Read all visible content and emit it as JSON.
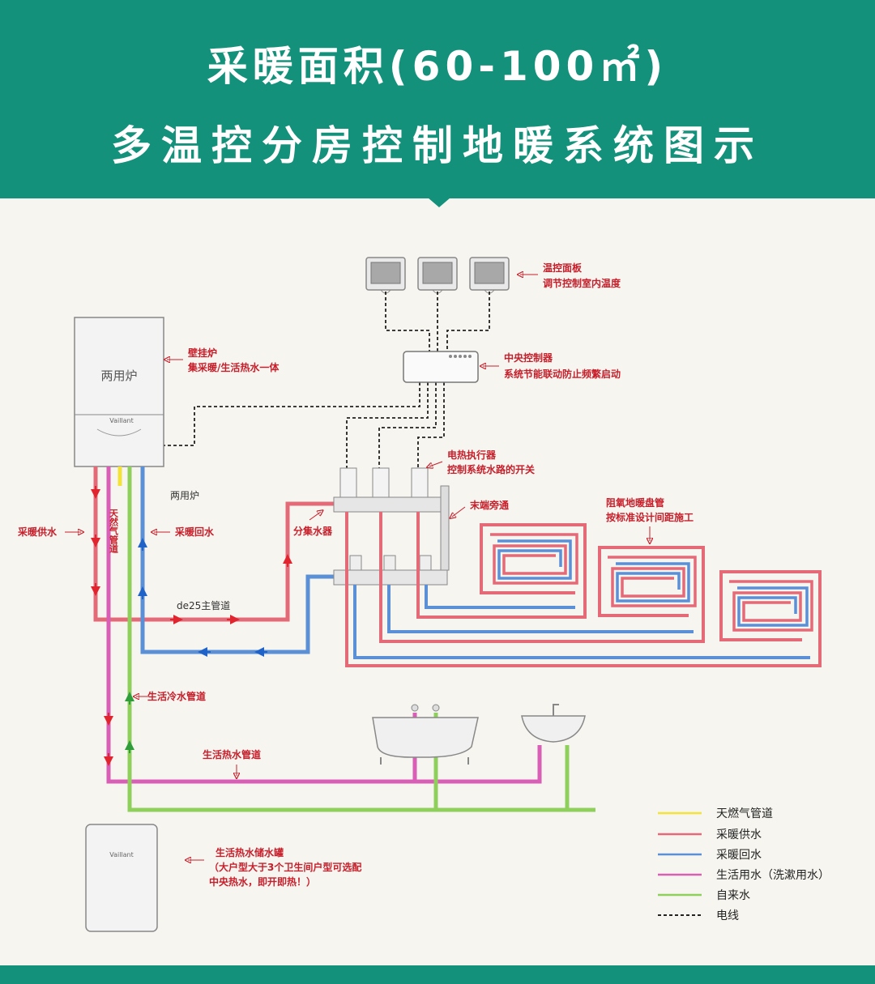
{
  "header": {
    "title_line1": "采暖面积(60-100㎡)",
    "title_line2": "多温控分房控制地暖系统图示",
    "bg_color": "#13917b"
  },
  "components": {
    "boiler_label": "两用炉",
    "boiler_brand": "Vaillant",
    "boiler_sub_label": "两用炉",
    "tank_brand": "Vaillant"
  },
  "callouts": {
    "thermostat_title": "温控面板",
    "thermostat_desc": "调节控制室内温度",
    "boiler_title": "壁挂炉",
    "boiler_desc": "集采暖/生活热水一体",
    "controller_title": "中央控制器",
    "controller_desc": "系统节能联动防止频繁启动",
    "actuator_title": "电热执行器",
    "actuator_desc": "控制系统水路的开关",
    "bypass": "末端旁通",
    "coil_title": "阻氧地暖盘管",
    "coil_desc": "按标准设计间距施工",
    "manifold": "分集水器",
    "heating_supply": "采暖供水",
    "heating_return": "采暖回水",
    "gas_pipe": "天然气管道",
    "main_pipe": "de25主管道",
    "cold_water": "生活冷水管道",
    "hot_water": "生活热水管道",
    "tank_title": "生活热水储水罐",
    "tank_desc1": "（大户型大于3个卫生间户型可选配",
    "tank_desc2": "中央热水，即开即热！）"
  },
  "legend": [
    {
      "label": "天燃气管道",
      "color": "#f2e23a",
      "dashed": false
    },
    {
      "label": "采暖供水",
      "color": "#e46a78",
      "dashed": false
    },
    {
      "label": "采暖回水",
      "color": "#5b8fd6",
      "dashed": false
    },
    {
      "label": "生活用水（洗漱用水）",
      "color": "#d85fb5",
      "dashed": false
    },
    {
      "label": "自来水",
      "color": "#8fcf5c",
      "dashed": false
    },
    {
      "label": "电线",
      "color": "#222222",
      "dashed": true
    }
  ],
  "colors": {
    "supply": "#e46a78",
    "supply_arrow": "#e0252f",
    "return": "#5b8fd6",
    "return_arrow": "#1f63c9",
    "domestic": "#d85fb5",
    "tap": "#8fcf5c",
    "tap_arrow": "#2f9e3a",
    "gas": "#f2e23a",
    "callout": "#c81e2a"
  }
}
